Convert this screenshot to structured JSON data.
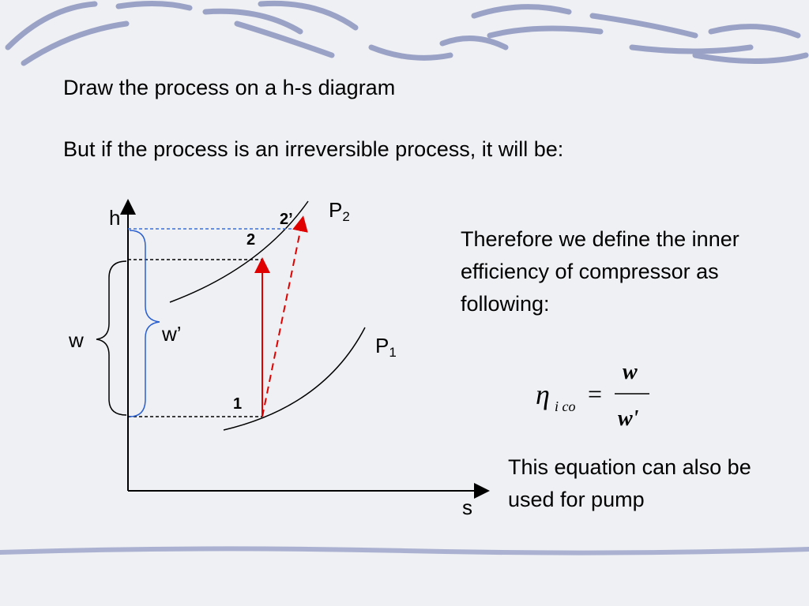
{
  "slide": {
    "line1": "Draw the process on a h-s diagram",
    "line2": "But if the process is an irreversible process, it will be:",
    "definition_text": "Therefore we define the inner efficiency of compressor as following:",
    "pump_text": "This equation can also be used for pump"
  },
  "diagram": {
    "h_axis_label": "h",
    "s_axis_label": "s",
    "p2_label": "P",
    "p2_sub": "2",
    "p1_label": "P",
    "p1_sub": "1",
    "point_1": "1",
    "point_2": "2",
    "point_2prime": "2’",
    "w_label": "w",
    "wprime_label": "w’",
    "colors": {
      "isentropic": "#e00000",
      "actual": "#e00000",
      "guide_black": "#000000",
      "guide_blue": "#3a6fd8",
      "brace_w": "#000000",
      "brace_wprime": "#2a5fd0"
    }
  },
  "formula": {
    "eta": "η",
    "subscript": "i co",
    "equals": "=",
    "numerator": "w",
    "denominator": "w'"
  },
  "theme": {
    "background": "#eef0f3",
    "decoration": "#6b76a8"
  }
}
